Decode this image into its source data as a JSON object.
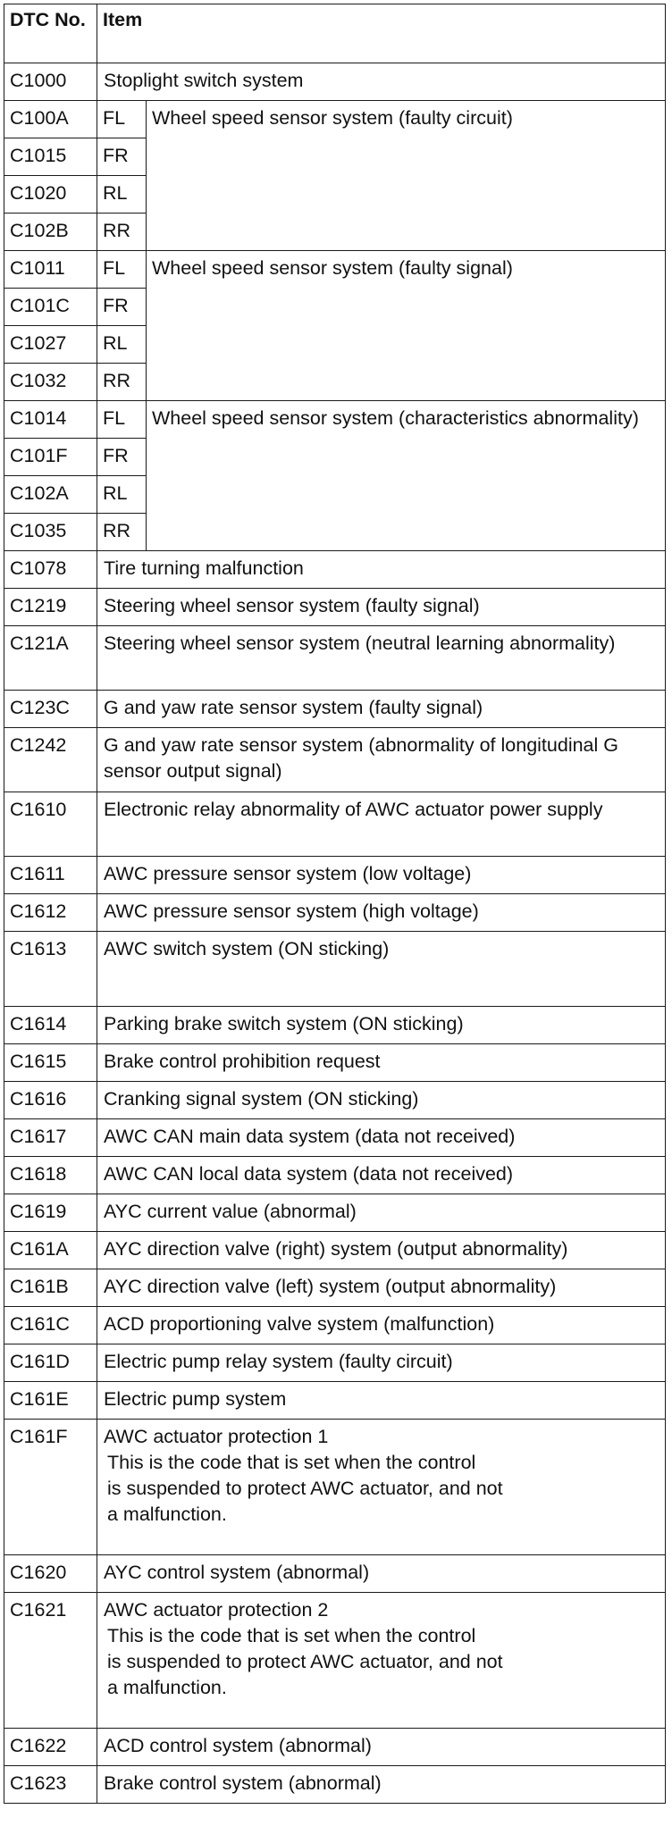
{
  "header": {
    "dtc": "DTC No.",
    "item": "Item"
  },
  "rows": {
    "r0": {
      "code": "C1000",
      "item": "Stoplight switch system"
    },
    "ws1": {
      "item": "Wheel speed sensor system (faulty circuit)",
      "codes": [
        "C100A",
        "C1015",
        "C1020",
        "C102B"
      ],
      "pos": [
        "FL",
        "FR",
        "RL",
        "RR"
      ]
    },
    "ws2": {
      "item": "Wheel speed sensor system (faulty signal)",
      "codes": [
        "C1011",
        "C101C",
        "C1027",
        "C1032"
      ],
      "pos": [
        "FL",
        "FR",
        "RL",
        "RR"
      ]
    },
    "ws3": {
      "item": "Wheel speed sensor system (characteristics abnormality)",
      "codes": [
        "C1014",
        "C101F",
        "C102A",
        "C1035"
      ],
      "pos": [
        "FL",
        "FR",
        "RL",
        "RR"
      ]
    },
    "r1": {
      "code": "C1078",
      "item": "Tire turning malfunction"
    },
    "r2": {
      "code": "C1219",
      "item": "Steering wheel sensor system (faulty signal)"
    },
    "r3": {
      "code": "C121A",
      "item": "Steering wheel sensor system (neutral learning abnormality)"
    },
    "r4": {
      "code": "C123C",
      "item": "G and yaw rate sensor system (faulty signal)"
    },
    "r5": {
      "code": "C1242",
      "item": "G and yaw rate sensor system (abnormality of longitudinal G sensor output signal)"
    },
    "r6": {
      "code": "C1610",
      "item": "Electronic relay abnormality of AWC actuator power supply"
    },
    "r7": {
      "code": "C1611",
      "item": "AWC pressure sensor system (low voltage)"
    },
    "r8": {
      "code": "C1612",
      "item": "AWC pressure sensor system (high voltage)"
    },
    "r9": {
      "code": "C1613",
      "item": "AWC switch system (ON sticking)"
    },
    "r10": {
      "code": "C1614",
      "item": "Parking brake switch system (ON sticking)"
    },
    "r11": {
      "code": "C1615",
      "item": "Brake control prohibition request"
    },
    "r12": {
      "code": "C1616",
      "item": "Cranking signal system (ON sticking)"
    },
    "r13": {
      "code": "C1617",
      "item": "AWC CAN main data system (data not received)"
    },
    "r14": {
      "code": "C1618",
      "item": "AWC CAN local data system (data not received)"
    },
    "r15": {
      "code": "C1619",
      "item": "AYC current value (abnormal)"
    },
    "r16": {
      "code": "C161A",
      "item": "AYC direction valve (right) system (output abnormality)"
    },
    "r17": {
      "code": "C161B",
      "item": "AYC direction valve (left) system (output abnormality)"
    },
    "r18": {
      "code": "C161C",
      "item": "ACD proportioning valve system (malfunction)"
    },
    "r19": {
      "code": "C161D",
      "item": "Electric pump relay system (faulty circuit)"
    },
    "r20": {
      "code": "C161E",
      "item": "Electric pump system"
    },
    "r21": {
      "code": "C161F",
      "item": "AWC actuator protection 1",
      "note": [
        "This is the code that is set when the control",
        "is suspended to protect AWC actuator, and not",
        "a malfunction."
      ]
    },
    "r22": {
      "code": "C1620",
      "item": "AYC control system (abnormal)"
    },
    "r23": {
      "code": "C1621",
      "item": "AWC actuator protection 2",
      "note": [
        "This is the code that is set when the control",
        "is suspended to protect AWC actuator, and not",
        "a malfunction."
      ]
    },
    "r24": {
      "code": "C1622",
      "item": "ACD control system (abnormal)"
    },
    "r25": {
      "code": "C1623",
      "item": "Brake control system (abnormal)"
    }
  }
}
